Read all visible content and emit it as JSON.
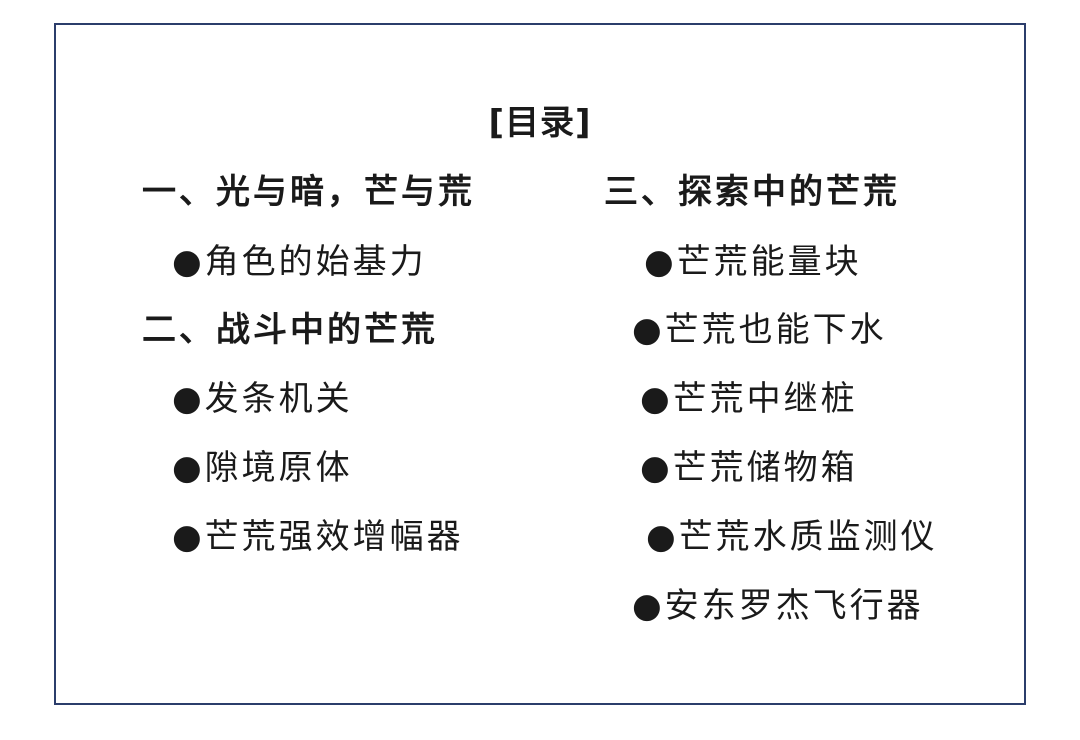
{
  "title": "[目录]",
  "left_column": {
    "sections": [
      {
        "heading": "一、光与暗，芒与荒",
        "items": [
          "●角色的始基力"
        ]
      },
      {
        "heading": "二、战斗中的芒荒",
        "items": [
          "●发条机关",
          "●隙境原体",
          "●芒荒强效增幅器"
        ]
      }
    ]
  },
  "right_column": {
    "heading": "三、探索中的芒荒",
    "items": [
      "●芒荒能量块",
      "●芒荒也能下水",
      "●芒荒中继桩",
      "●芒荒储物箱",
      "●芒荒水质监测仪",
      "●安东罗杰飞行器"
    ]
  },
  "colors": {
    "border": "#2b3d6b",
    "text": "#1a1a1a"
  }
}
